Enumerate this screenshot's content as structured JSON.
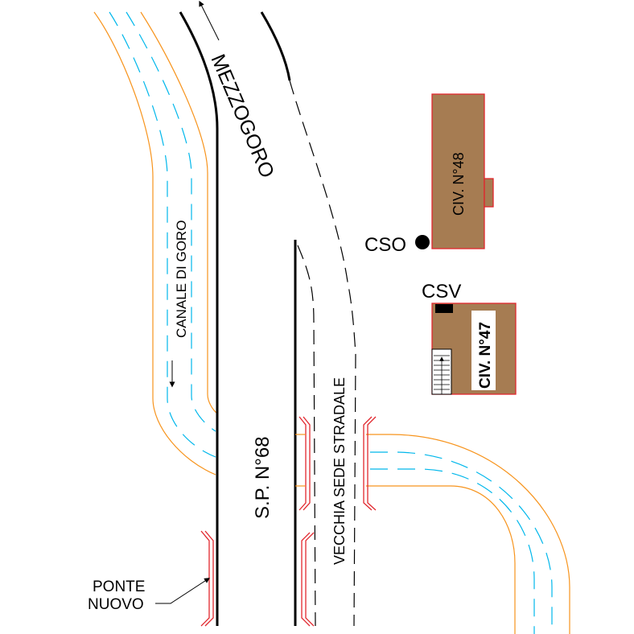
{
  "labels": {
    "mezzogoro": "MEZZOGORO",
    "canale": "CANALE DI GORO",
    "sp68": "S.P. N°68",
    "vecchia": "VECCHIA SEDE STRADALE",
    "civ48": "CIV. N°48",
    "civ47": "CIV. N°47",
    "cso": "CSO",
    "csv": "CSV",
    "ponte_line1": "PONTE",
    "ponte_line2": "NUOVO"
  },
  "colors": {
    "canal_bank": "#f7941d",
    "canal_flow": "#00b7eb",
    "building_fill": "#a67c52",
    "building_stroke": "#e1262d",
    "bridge": "#e1262d",
    "road": "#000000"
  }
}
